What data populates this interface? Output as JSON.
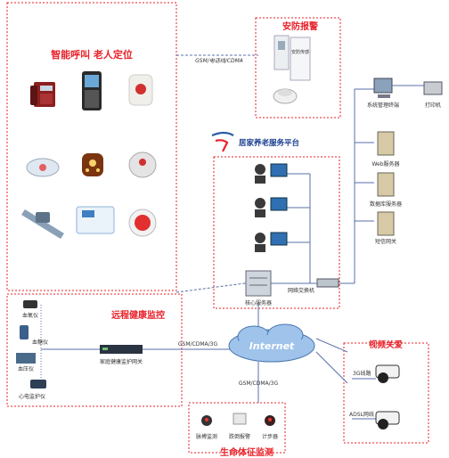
{
  "sections": {
    "smart_call": "智能呼叫 老人定位",
    "security_alarm": "安防报警",
    "platform": "居家养老服务平台",
    "remote_health": "远程健康监控",
    "video_care": "视频关爱",
    "vital_signs": "生命体征监测"
  },
  "links": {
    "gsm_cdma": "GSM/电话线/CDMA",
    "gsm_3g_left": "GSM/CDMA/3G",
    "gsm_3g_bottom": "GSM/CDMA/3G"
  },
  "network": {
    "internet": "Internet",
    "core_server": "核心服务器",
    "switch": "网络交换机",
    "mgmt_terminal": "系统管理终端",
    "printer": "打印机",
    "web_server": "Web服务器",
    "db_server": "数据库服务器",
    "sms_gateway": "短信网关"
  },
  "health_devices": {
    "oximeter": "血氧仪",
    "glucose": "血糖仪",
    "bp": "血压仪",
    "ecg": "心电监护仪",
    "gateway": "家庭健康监护网关"
  },
  "video": {
    "link_3g": "3G线路",
    "link_adsl": "ADSL网线"
  },
  "vitals": {
    "pulse": "脉搏监测",
    "fall": "跌倒报警",
    "pedometer": "计步器"
  },
  "sensor_text": "安防传感",
  "colors": {
    "accent_red": "#e8222a",
    "border_red": "#e8222a",
    "link_line": "#5a6fa8"
  }
}
